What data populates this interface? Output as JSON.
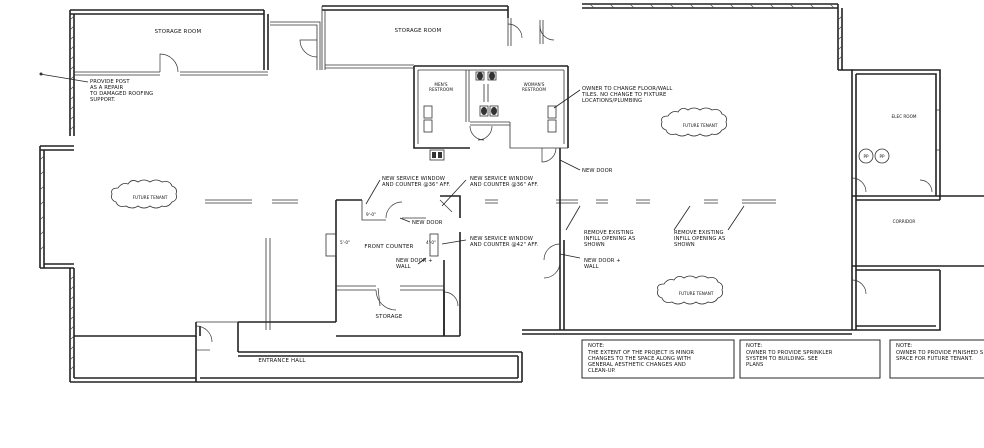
{
  "rooms": {
    "storage_left": "STORAGE ROOM",
    "storage_center": "STORAGE ROOM",
    "mens": [
      "MEN'S",
      "RESTROOM"
    ],
    "womens": [
      "WOMAN'S",
      "RESTROOM"
    ],
    "future_tenant_left": "FUTURE TENANT",
    "future_tenant_right_top": "FUTURE TENANT",
    "future_tenant_right_bottom": "FUTURE TENANT",
    "front_counter": "FRONT COUNTER",
    "storage_small": "STORAGE",
    "entrance_hall": "ENTRANCE HALL",
    "elec_room": "ELEC ROOM",
    "corridor": "CORRIDOR"
  },
  "annotations": {
    "roof_post": [
      "PROVIDE POST",
      "AS A REPAIR",
      "TO DAMAGED ROOFING",
      "SUPPORT."
    ],
    "floor_tiles": [
      "OWNER TO CHANGE FLOOR/WALL",
      "TILES. NO CHANGE TO FIXTURE",
      "LOCATIONS/PLUMBING"
    ],
    "new_door_upper": "NEW DOOR",
    "service_window_1": [
      "NEW SERVICE WINDOW",
      "AND COUNTER @36\" AFF."
    ],
    "service_window_2": [
      "NEW SERVICE WINDOW",
      "AND COUNTER @36\" AFF."
    ],
    "new_door_counter": "NEW DOOR",
    "service_window_3": [
      "NEW SERVICE WINDOW",
      "AND COUNTER @42\" AFF."
    ],
    "new_door_wall_left": [
      "NEW DOOR +",
      "WALL"
    ],
    "remove_infill_1": [
      "REMOVE EXISTING",
      "INFILL OPENING AS",
      "SHOWN"
    ],
    "remove_infill_2": [
      "REMOVE EXISTING",
      "INFILL OPENING AS",
      "SHOWN"
    ],
    "new_door_wall_right": [
      "NEW DOOR +",
      "WALL"
    ],
    "dim_1": "9'-0\"",
    "dim_2": "5'-0\"",
    "dim_3": "4'-0\"",
    "panel_1": "PP",
    "panel_2": "PP"
  },
  "notes": [
    {
      "title": "NOTE:",
      "lines": [
        "THE EXTENT OF THE PROJECT IS MINOR",
        "CHANGES TO THE SPACE ALONG WITH",
        "GENERAL AESTHETIC CHANGES AND",
        "CLEAN-UP."
      ]
    },
    {
      "title": "NOTE:",
      "lines": [
        "OWNER TO PROVIDE SPRINKLER",
        "SYSTEM TO BUILDING. SEE",
        "PLANS"
      ]
    },
    {
      "title": "NOTE:",
      "lines": [
        "OWNER TO PROVIDE FINISHED S",
        "SPACE FOR FUTURE TENANT."
      ]
    }
  ]
}
